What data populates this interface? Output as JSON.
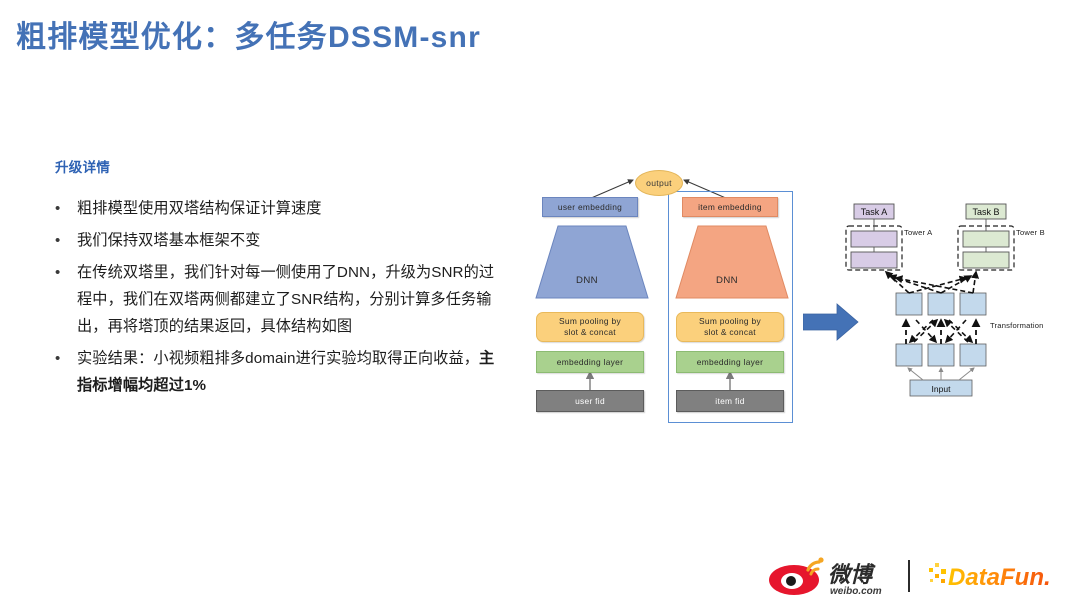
{
  "slide": {
    "title": "粗排模型优化：多任务DSSM-snr",
    "title_color": "#4472B6"
  },
  "content": {
    "section_heading": "升级详情",
    "bullets": [
      {
        "marker": "•",
        "text": "粗排模型使用双塔结构保证计算速度"
      },
      {
        "marker": "•",
        "text": "我们保持双塔基本框架不变"
      },
      {
        "marker": "•",
        "text": "在传统双塔里，我们针对每一侧使用了DNN，升级为SNR的过程中，我们在双塔两侧都建立了SNR结构，分别计算多任务输出，再将塔顶的结果返回，具体结构如图"
      },
      {
        "marker": "•",
        "text": "实验结果：小视频粗排多domain进行实验均取得正向收益，",
        "bold_tail": "主指标增幅均超过1%"
      }
    ]
  },
  "dssm_diagram": {
    "output_node": "output",
    "user_tower": {
      "embedding": "user  embedding",
      "dnn": "DNN",
      "pooling": "Sum  pooling  by\nslot  &  concat",
      "pooling_line1": "Sum  pooling  by",
      "pooling_line2": "slot  &  concat",
      "embedding_layer": "embedding  layer",
      "fid": "user  fid"
    },
    "item_tower": {
      "embedding": "item  embedding",
      "dnn": "DNN",
      "pooling_line1": "Sum  pooling  by",
      "pooling_line2": "slot  &  concat",
      "embedding_layer": "embedding  layer",
      "fid": "item  fid"
    },
    "colors": {
      "user_blue": "#8FA5D4",
      "item_orange": "#F4A582",
      "pooling_yellow": "#FBD07C",
      "embedding_green": "#A9D18E",
      "fid_gray": "#808080",
      "highlight_box_border": "#5B8FD4"
    }
  },
  "snr_diagram": {
    "task_a": "Task A",
    "task_b": "Task B",
    "tower_a": "Tower A",
    "tower_b": "Tower B",
    "transformation": "Transformation",
    "input": "Input",
    "colors": {
      "task_a_fill": "#D8CCE6",
      "task_b_fill": "#DCE9D2",
      "node_blue": "#C3D9EC",
      "arrow_blue": "#4472B6"
    }
  },
  "footer": {
    "weibo_text_cn": "微博",
    "weibo_text_url": "weibo.com",
    "datafun_text": "DataFun.",
    "datafun_color_start": "#FFC300",
    "datafun_color_end": "#F5530D",
    "weibo_color": "#E6162D"
  }
}
